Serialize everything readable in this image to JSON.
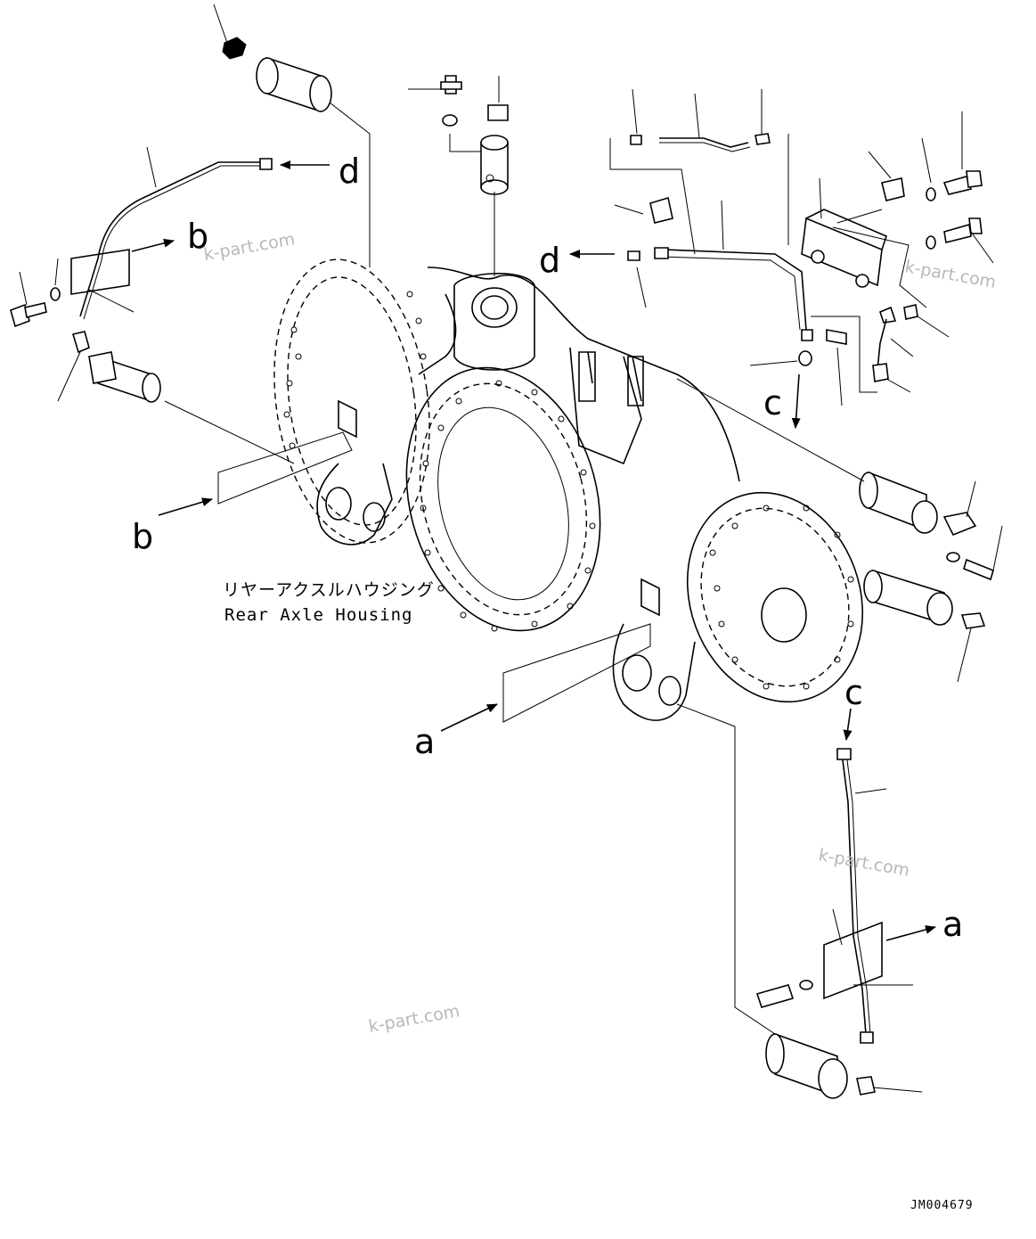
{
  "housing_label": {
    "jp": "リヤーアクスルハウジング",
    "en": "Rear Axle Housing"
  },
  "callouts": {
    "d_top": "d",
    "d_mid": "d",
    "b_top": "b",
    "b_bottom": "b",
    "c_mid": "c",
    "c_lower": "c",
    "a_left": "a",
    "a_right": "a"
  },
  "watermarks": [
    "k-part.com",
    "k-part.com",
    "k-part.com",
    "k-part.com"
  ],
  "drawing_code": "JM004679"
}
